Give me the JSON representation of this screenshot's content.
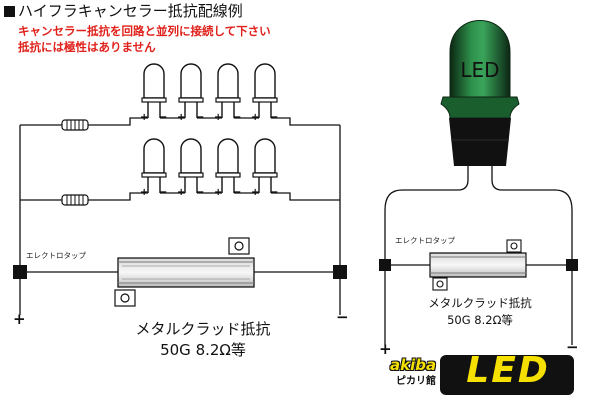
{
  "title": "ハイフラキャンセラー抵抗配線例",
  "notes": [
    "キャンセラー抵抗を回路と並列に接続して下さい",
    "抵抗には極性はありません"
  ],
  "left_diagram": {
    "tap_label": "エレクトロタップ",
    "plus": "+",
    "minus": "−",
    "resistor_name": "メタルクラッド抵抗",
    "resistor_spec": "50G 8.2Ω等",
    "led_polarity": [
      "+",
      "−"
    ]
  },
  "right_diagram": {
    "bulb_label": "LED",
    "tap_label": "エレクトロタップ",
    "plus": "+",
    "minus": "−",
    "resistor_name": "メタルクラッド抵抗",
    "resistor_spec": "50G 8.2Ω等"
  },
  "logo": {
    "line1": "akiba",
    "line2": "ピカリ館",
    "word": "LED"
  },
  "colors": {
    "note_red": "#e0201a",
    "bulb_green": "#1f7a3a",
    "bulb_dark": "#0c2613",
    "logo_yellow": "#f5e000"
  }
}
